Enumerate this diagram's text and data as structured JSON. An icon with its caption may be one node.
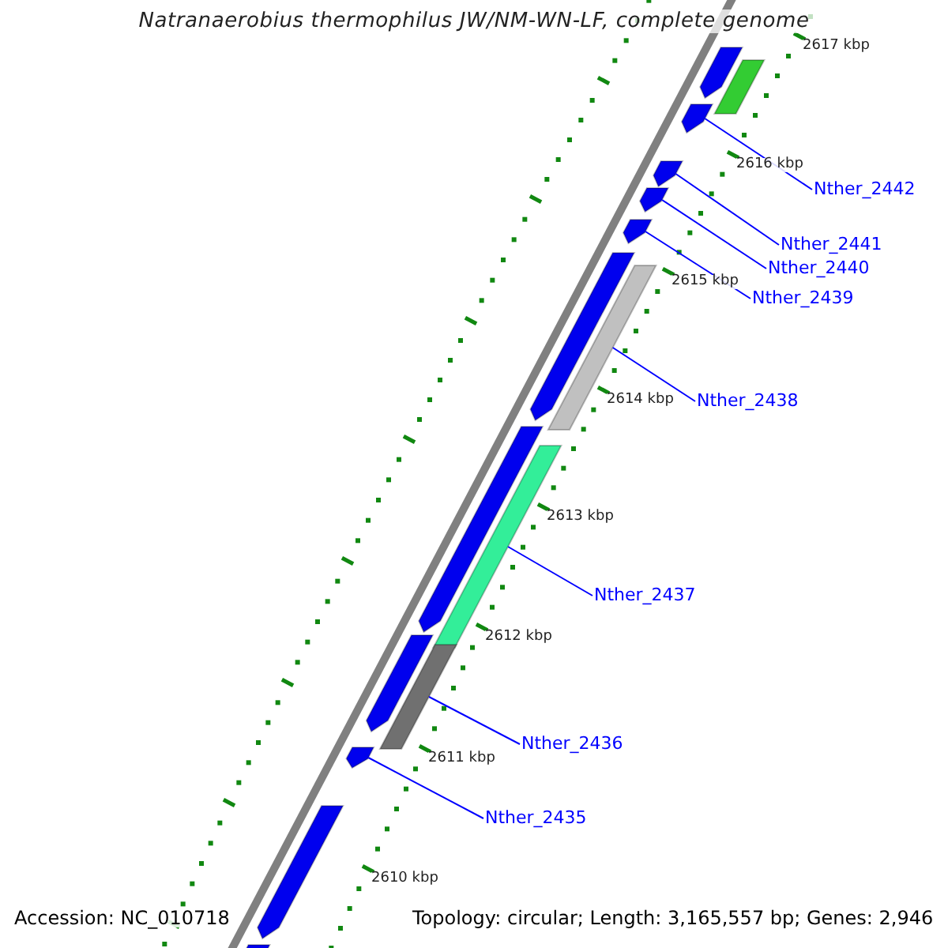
{
  "diagram": {
    "title": "Natranaerobius thermophilus JW/NM-WN-LF, complete genome",
    "nodes": [
      {
        "text": [
          "Nther_2442"
        ]
      },
      {
        "text": [
          "Nther_2441"
        ]
      },
      {
        "text": [
          "Nther_2440"
        ]
      },
      {
        "text": [
          "Nther_2439"
        ]
      },
      {
        "text": [
          "Nther_2438"
        ]
      },
      {
        "text": [
          "Nther_2437"
        ]
      },
      {
        "text": [
          "Nther_2436"
        ]
      },
      {
        "text": [
          "Nther_2435"
        ]
      },
      {
        "text": [],
        "shape": "bar"
      },
      {
        "text": [],
        "shape": "bar"
      },
      {
        "text": [],
        "shape": "bar"
      },
      {
        "text": [],
        "shape": "bar"
      },
      {
        "text": [],
        "shape": "bar"
      },
      {
        "text": [],
        "shape": "bar"
      },
      {
        "text": [],
        "shape": "bar"
      },
      {
        "text": [],
        "shape": "bar"
      },
      {
        "text": [],
        "shape": "bar"
      },
      {
        "text": [],
        "shape": "bar"
      },
      {
        "text": [],
        "shape": "bar"
      },
      {
        "text": [],
        "shape": "bar"
      },
      {
        "text": [],
        "shape": "bar"
      },
      {
        "text": [],
        "shape": "bar"
      },
      {
        "text": [],
        "shape": "bar"
      }
    ],
    "edges": [
      {
        "from": 0,
        "to": 10,
        "arrow": "none"
      },
      {
        "from": 1,
        "to": 11,
        "arrow": "none"
      },
      {
        "from": 2,
        "to": 12,
        "arrow": "none"
      },
      {
        "from": 3,
        "to": 13,
        "arrow": "none"
      },
      {
        "from": 4,
        "to": 15,
        "arrow": "none"
      },
      {
        "from": 5,
        "to": 17,
        "arrow": "none"
      },
      {
        "from": 6,
        "to": 19,
        "arrow": "none"
      },
      {
        "from": 7,
        "to": 20,
        "arrow": "none"
      }
    ],
    "labels": [
      "2617 kbp",
      "2616 kbp",
      "2615 kbp",
      "2614 kbp",
      "2613 kbp",
      "2612 kbp",
      "2611 kbp",
      "2610 kbp",
      "Accession: NC_010718",
      "Topology: circular; Length: 3,165,557 bp; Genes: 2,946"
    ]
  }
}
